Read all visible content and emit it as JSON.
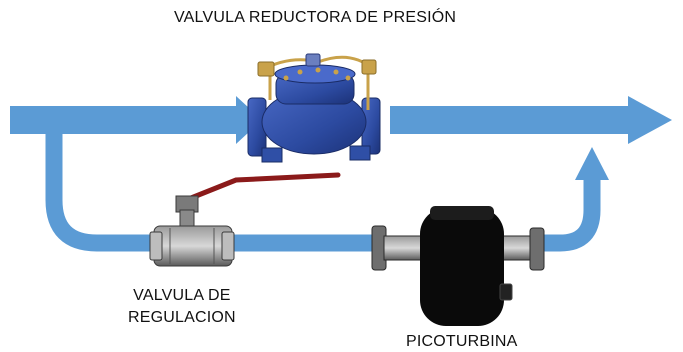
{
  "labels": {
    "pressure_reducing_valve": "VALVULA REDUCTORA DE PRESIÓN",
    "regulating_valve_line1": "VALVULA DE",
    "regulating_valve_line2": "REGULACION",
    "picoturbine": "PICOTURBINA"
  },
  "colors": {
    "pipe": "#5b9bd5",
    "pipe_dark": "#4a86c0",
    "valve_body": "#2f4fa6",
    "turbine_body": "#0a0a0a",
    "fitting": "#6e6e6e",
    "handle": "#8b1a1a",
    "brass": "#c9a24a"
  }
}
